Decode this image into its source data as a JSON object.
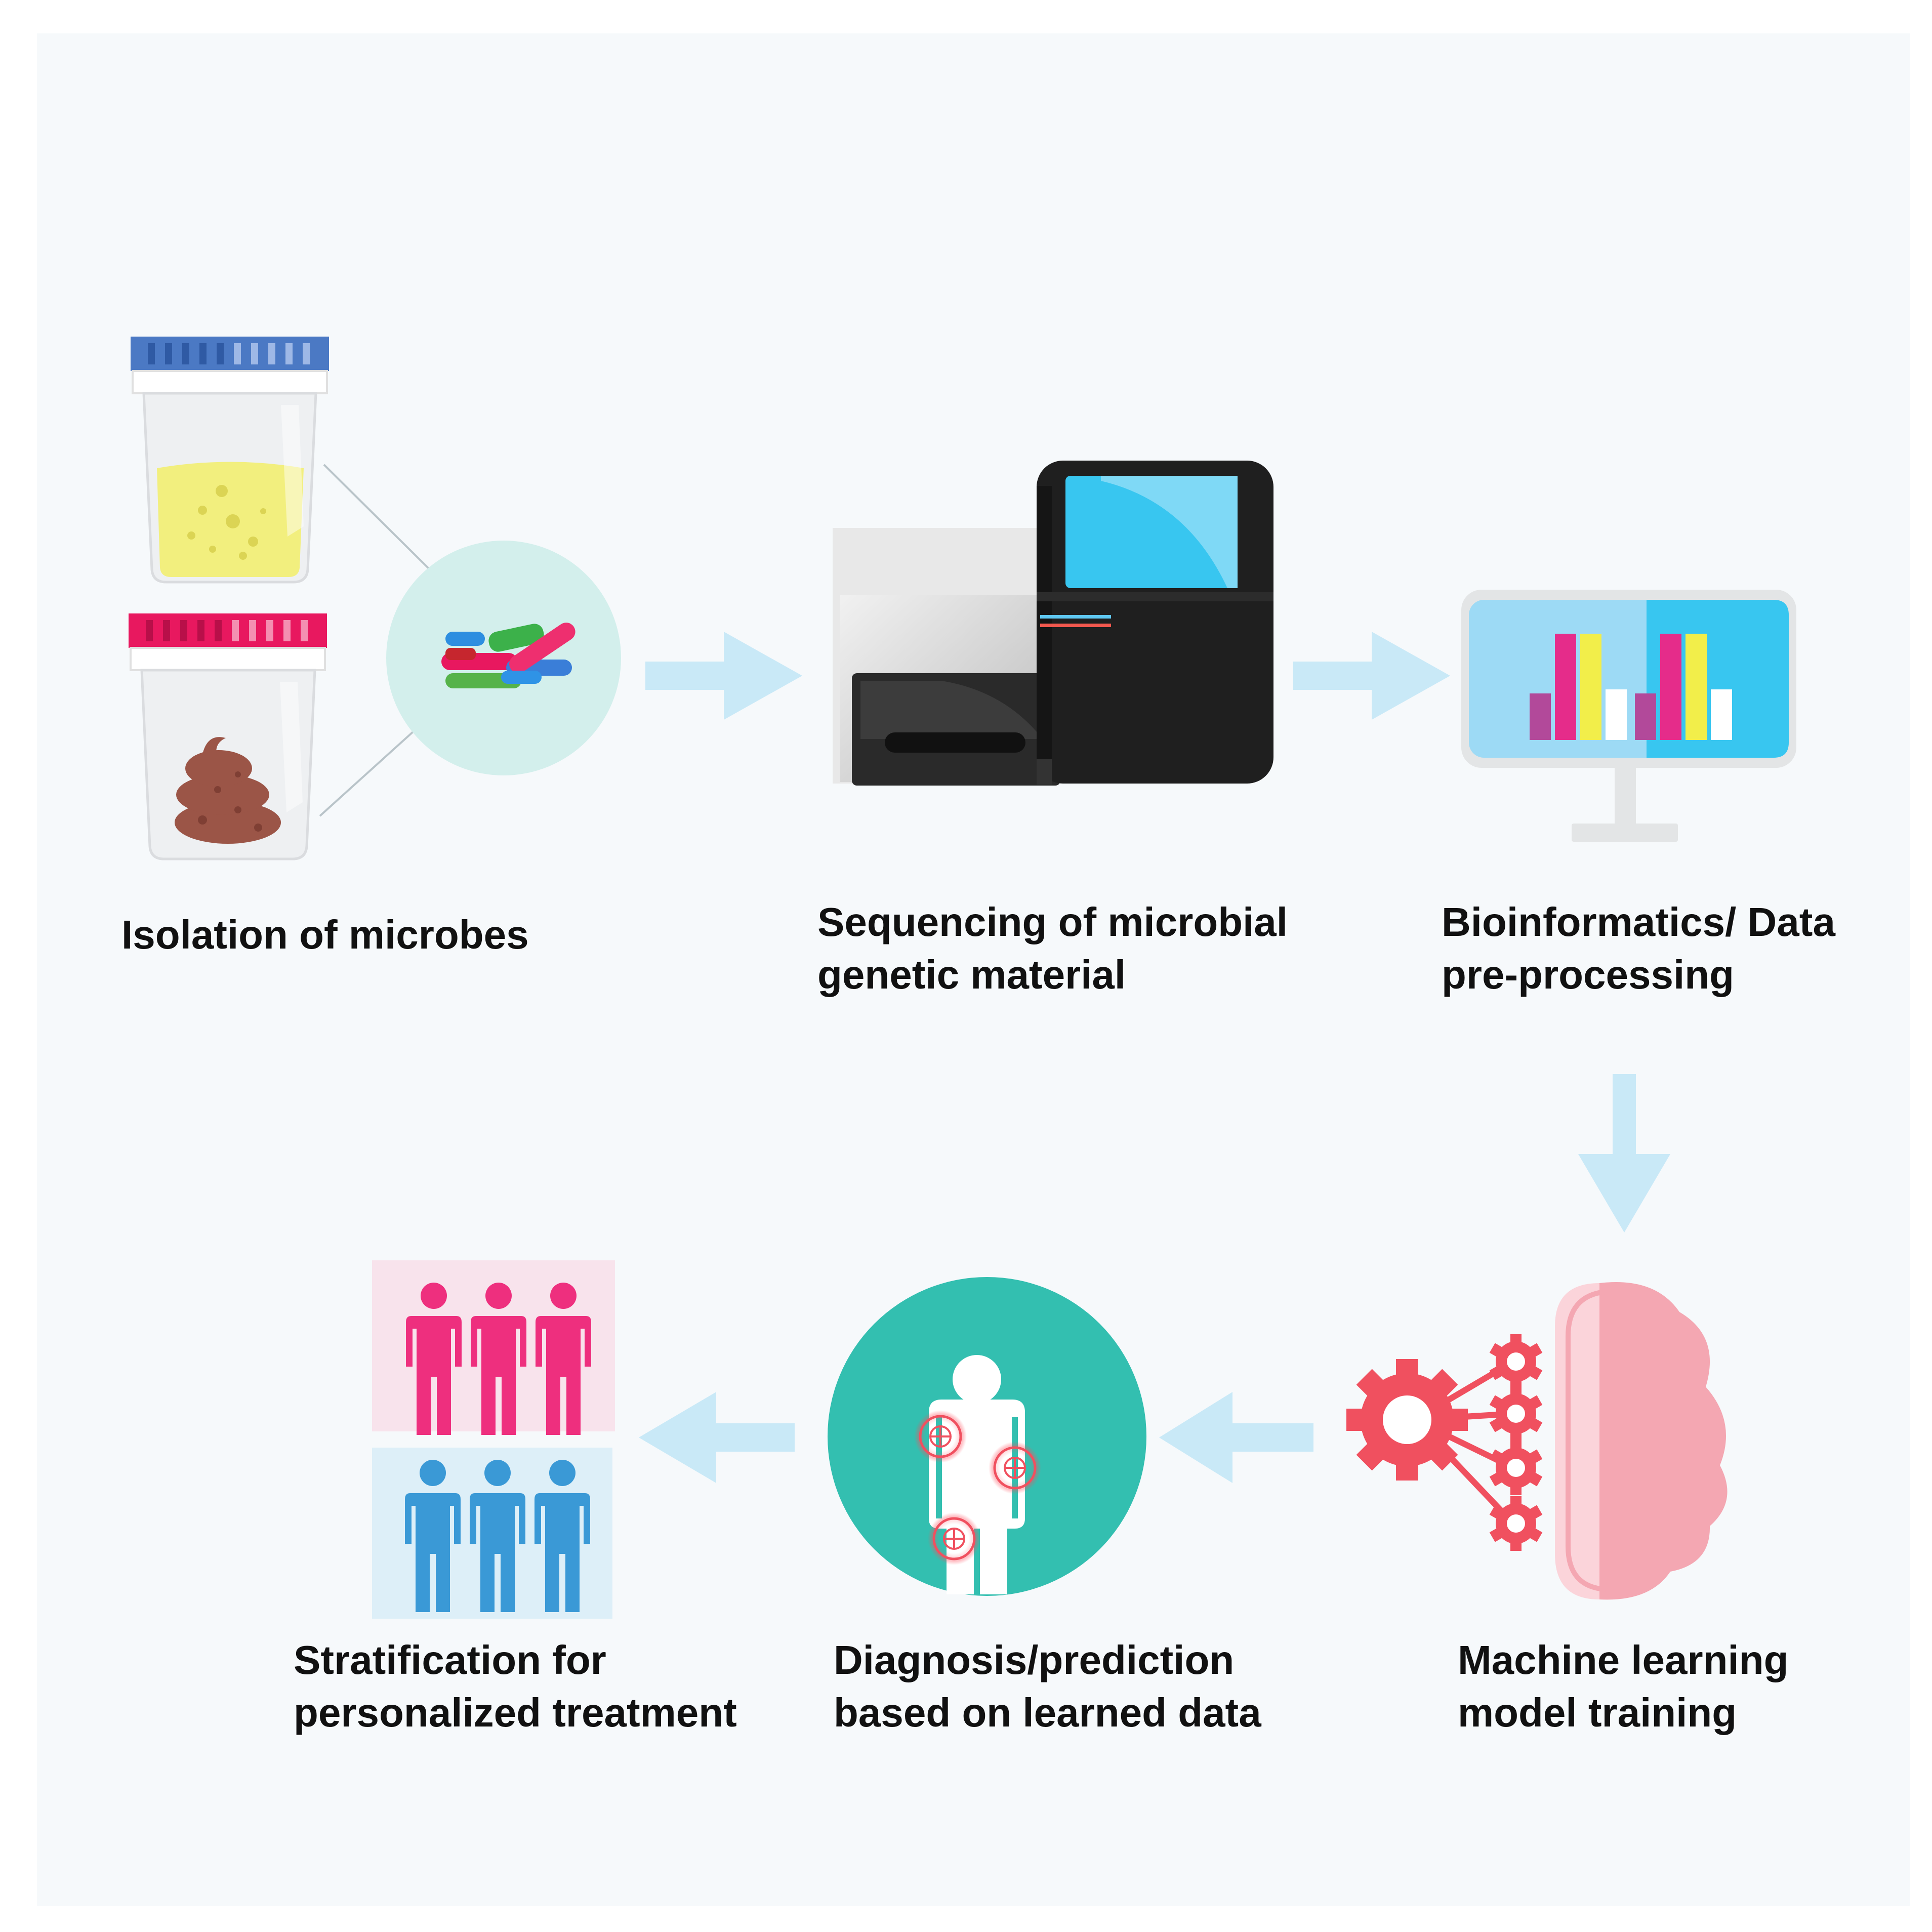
{
  "steps": {
    "isolation": {
      "line1": "Isolation of microbes"
    },
    "sequencing": {
      "line1": "Sequencing of microbial",
      "line2": "genetic material"
    },
    "bioinformatics": {
      "line1": "Bioinformatics/ Data",
      "line2": "pre-processing"
    },
    "ml_training": {
      "line1": "Machine learning",
      "line2": "model training"
    },
    "diagnosis": {
      "line1": "Diagnosis/prediction",
      "line2": "based on learned data"
    },
    "stratification": {
      "line1": "Stratification for",
      "line2": "personalized treatment"
    }
  },
  "colors": {
    "background": "#f6f9fb",
    "arrow": "#c9e9f7",
    "urine": "#f2ef7e",
    "stool": "#9b5547",
    "blue_cap": "#4b79c4",
    "pink_cap": "#e8185f",
    "sequencer_body": "#1f1f1f",
    "screen": "#38c6f0",
    "bar_magenta": "#e52c8a",
    "bar_yellow": "#f2ee4a",
    "bar_purple": "#b2499a",
    "gear_red": "#f0505f",
    "brain_pink": "#f4a7b2",
    "diagnosis_teal": "#33bfb0",
    "group_pink": "#ee2f7e",
    "group_blue": "#3a99d6"
  }
}
